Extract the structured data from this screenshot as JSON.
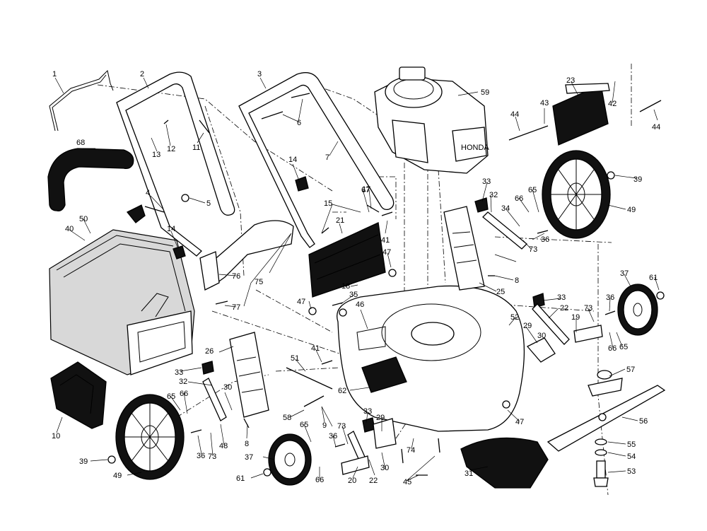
{
  "diagram": {
    "callouts": [
      "1",
      "2",
      "3",
      "4",
      "5",
      "6",
      "7",
      "8",
      "8",
      "10",
      "11",
      "12",
      "13",
      "14",
      "14",
      "15",
      "17",
      "18",
      "19",
      "20",
      "21",
      "22",
      "22",
      "23",
      "25",
      "26",
      "29",
      "29",
      "30",
      "30",
      "30",
      "31",
      "32",
      "32",
      "33",
      "33",
      "33",
      "33",
      "34",
      "35",
      "36",
      "36",
      "36",
      "36",
      "37",
      "37",
      "39",
      "39",
      "40",
      "41",
      "41",
      "42",
      "43",
      "44",
      "44",
      "45",
      "46",
      "47",
      "47",
      "47",
      "48",
      "49",
      "49",
      "50",
      "51",
      "52",
      "53",
      "54",
      "55",
      "56",
      "57",
      "58",
      "59",
      "61",
      "61",
      "62",
      "65",
      "65",
      "65",
      "65",
      "66",
      "66",
      "66",
      "66",
      "67",
      "68",
      "73",
      "73",
      "73",
      "73",
      "74",
      "75",
      "76",
      "77",
      "9"
    ],
    "engine_badge": "HONDA"
  }
}
